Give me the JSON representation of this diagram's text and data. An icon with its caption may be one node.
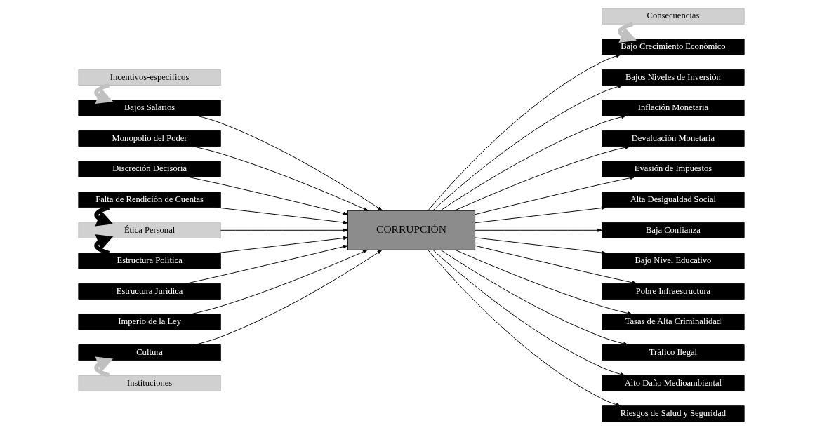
{
  "diagram": {
    "nodes": [
      {
        "text": [
          "Incentivos-específicos"
        ]
      },
      {
        "text": [
          "Bajos Salarios"
        ]
      },
      {
        "text": [
          "Monopolio del Poder"
        ]
      },
      {
        "text": [
          "Discreción Decisoria"
        ]
      },
      {
        "text": [
          "Falta de Rendición de Cuentas"
        ]
      },
      {
        "text": [
          "Ética Personal"
        ]
      },
      {
        "text": [
          "Estructura Política"
        ]
      },
      {
        "text": [
          "Estructura Jurídica"
        ]
      },
      {
        "text": [
          "Imperio de la Ley"
        ]
      },
      {
        "text": [
          "Cultura"
        ]
      },
      {
        "text": [
          "Instituciones"
        ]
      },
      {
        "text": [
          "CORRUPCIÓN"
        ]
      },
      {
        "text": [
          "Consecuencias"
        ]
      },
      {
        "text": [
          "Bajo Crecimiento Económico"
        ]
      },
      {
        "text": [
          "Bajos Niveles de Inversión"
        ]
      },
      {
        "text": [
          "Inflación Monetaria"
        ]
      },
      {
        "text": [
          "Devaluación Monetaria"
        ]
      },
      {
        "text": [
          "Evasión de Impuestos"
        ]
      },
      {
        "text": [
          "Alta Desigualdad Social"
        ]
      },
      {
        "text": [
          "Baja Confianza"
        ]
      },
      {
        "text": [
          "Bajo Nivel Educativo"
        ]
      },
      {
        "text": [
          "Pobre Infraestructura"
        ]
      },
      {
        "text": [
          "Tasas de Alta Criminalidad"
        ]
      },
      {
        "text": [
          "Tráfico Ilegal"
        ]
      },
      {
        "text": [
          "Alto Daño Medioambiental"
        ]
      },
      {
        "text": [
          "Riesgos de Salud y Seguridad"
        ]
      }
    ],
    "edges": [
      {
        "from": 0,
        "to": 1,
        "arrow": "to",
        "style": "thick",
        "color": "#c0c0c0"
      },
      {
        "from": 4,
        "to": 5,
        "arrow": "to",
        "style": "thick"
      },
      {
        "from": 6,
        "to": 5,
        "arrow": "to",
        "style": "thick"
      },
      {
        "from": 10,
        "to": 9,
        "arrow": "to",
        "style": "thick",
        "color": "#c0c0c0"
      },
      {
        "from": 12,
        "to": 13,
        "arrow": "to",
        "style": "thick",
        "color": "#c0c0c0"
      },
      {
        "from": 1,
        "to": 11,
        "arrow": "to"
      },
      {
        "from": 2,
        "to": 11,
        "arrow": "to"
      },
      {
        "from": 3,
        "to": 11,
        "arrow": "to"
      },
      {
        "from": 4,
        "to": 11,
        "arrow": "to"
      },
      {
        "from": 5,
        "to": 11,
        "arrow": "to"
      },
      {
        "from": 6,
        "to": 11,
        "arrow": "to"
      },
      {
        "from": 7,
        "to": 11,
        "arrow": "to"
      },
      {
        "from": 8,
        "to": 11,
        "arrow": "to"
      },
      {
        "from": 9,
        "to": 11,
        "arrow": "to"
      },
      {
        "from": 11,
        "to": 13,
        "arrow": "to"
      },
      {
        "from": 11,
        "to": 14,
        "arrow": "to"
      },
      {
        "from": 11,
        "to": 15,
        "arrow": "to"
      },
      {
        "from": 11,
        "to": 16,
        "arrow": "to"
      },
      {
        "from": 11,
        "to": 17,
        "arrow": "to"
      },
      {
        "from": 11,
        "to": 18,
        "arrow": "to"
      },
      {
        "from": 11,
        "to": 19,
        "arrow": "to"
      },
      {
        "from": 11,
        "to": 20,
        "arrow": "to"
      },
      {
        "from": 11,
        "to": 21,
        "arrow": "to"
      },
      {
        "from": 11,
        "to": 22,
        "arrow": "to"
      },
      {
        "from": 11,
        "to": 23,
        "arrow": "to"
      },
      {
        "from": 11,
        "to": 24,
        "arrow": "to"
      },
      {
        "from": 11,
        "to": 25,
        "arrow": "to"
      }
    ]
  }
}
